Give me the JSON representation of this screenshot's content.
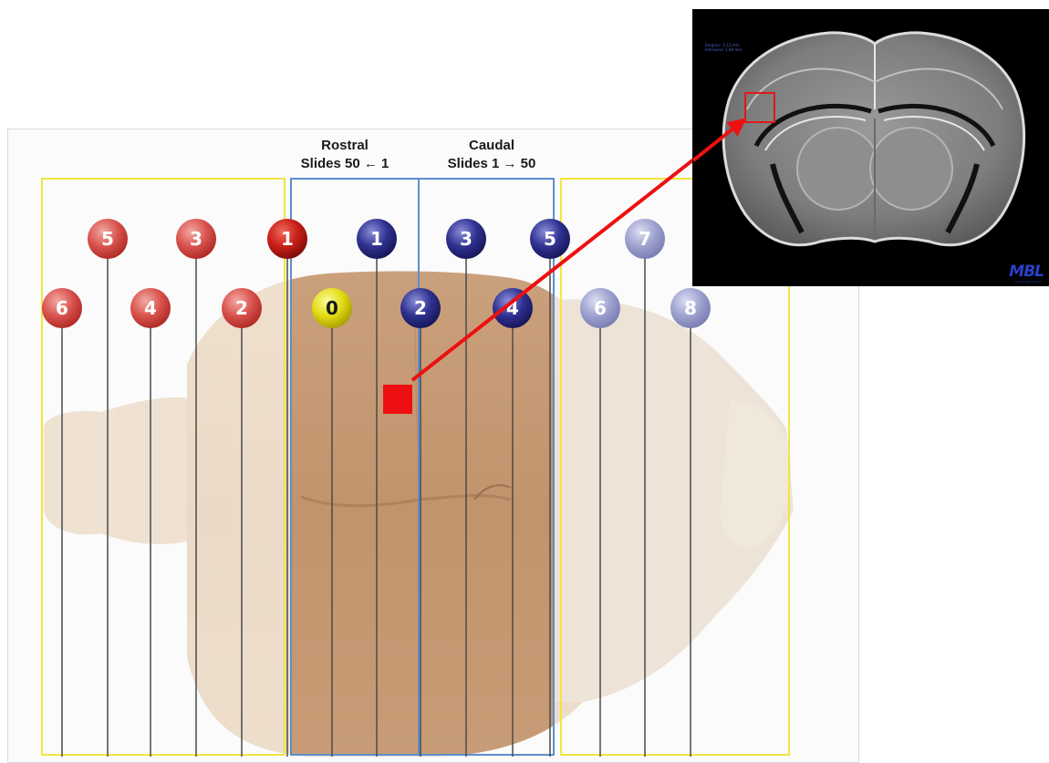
{
  "header": {
    "rostral_title": "Rostral",
    "rostral_sub": "Slides 50 ← 1",
    "caudal_title": "Caudal",
    "caudal_sub": "Slides 1 → 50"
  },
  "colors": {
    "red_marker": "#d2302c",
    "blue_marker": "#2a2c86",
    "yellow_marker": "#e8e20a",
    "light_marker": "#8b8fc0",
    "yellow_box": "#f0e640",
    "blue_box": "#5b8fd0",
    "arrow": "#ee1010"
  },
  "markers": [
    {
      "label": "6",
      "color": "red"
    },
    {
      "label": "5",
      "color": "red"
    },
    {
      "label": "4",
      "color": "red"
    },
    {
      "label": "3",
      "color": "red"
    },
    {
      "label": "2",
      "color": "red"
    },
    {
      "label": "1",
      "color": "red"
    },
    {
      "label": "0",
      "color": "yellow"
    },
    {
      "label": "1",
      "color": "blue"
    },
    {
      "label": "2",
      "color": "blue"
    },
    {
      "label": "3",
      "color": "blue"
    },
    {
      "label": "4",
      "color": "blue"
    },
    {
      "label": "5",
      "color": "blue"
    },
    {
      "label": "6",
      "color": "light"
    },
    {
      "label": "7",
      "color": "light"
    },
    {
      "label": "8",
      "color": "light"
    }
  ],
  "inset": {
    "line1": "Bregma: -2.12 mm",
    "line2": "Interaural: 1.88 mm",
    "logo": "MBL",
    "logo_sub": "mouse brain library"
  }
}
